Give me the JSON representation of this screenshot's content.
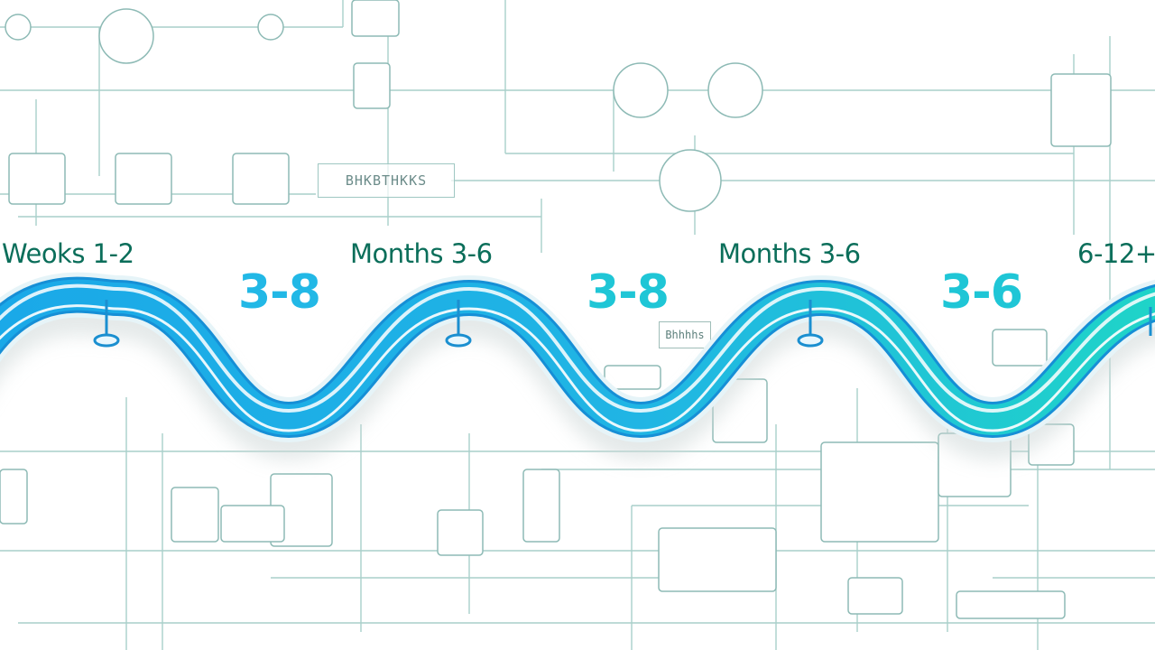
{
  "background": {
    "sign_text": "BHKBTHKKS",
    "mini_label": "Bhhhhs"
  },
  "timeline": {
    "colors": {
      "track_start": "#1aa8e8",
      "track_mid": "#20b5e4",
      "track_end": "#1fd6c6",
      "label": "#0b6e5a",
      "number": "#22b8e6",
      "number_alt": "#1fc6d6"
    },
    "phases": [
      {
        "label": "Weoks 1-2",
        "number": "3-8"
      },
      {
        "label": "Months 3-6",
        "number": "3-8"
      },
      {
        "label": "Months 3-6",
        "number": "3-6"
      },
      {
        "label": "6-12+",
        "number": ""
      }
    ]
  }
}
